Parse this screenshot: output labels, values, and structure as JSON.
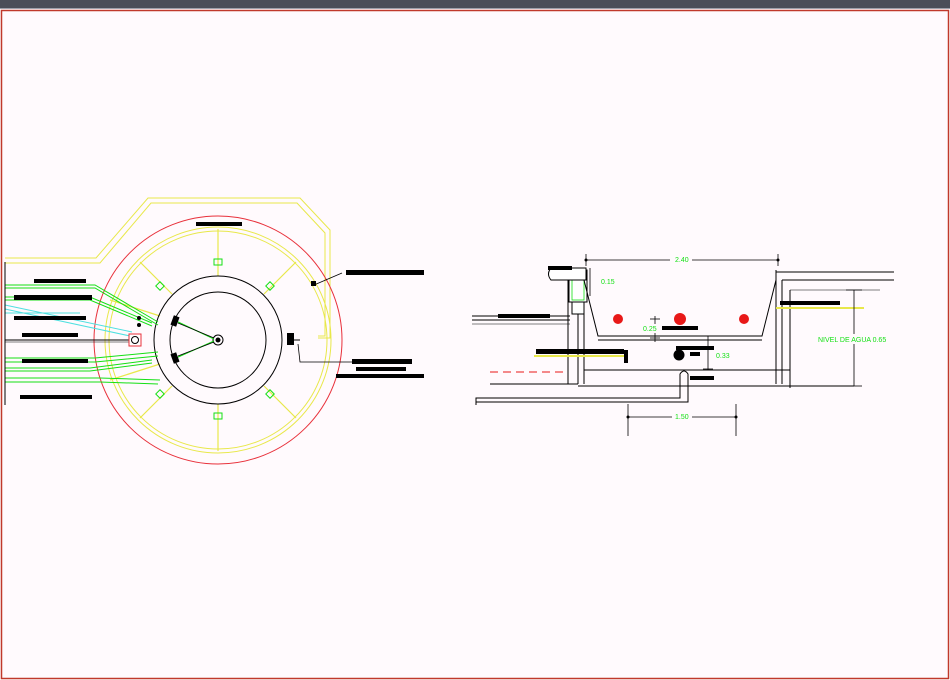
{
  "drawing": {
    "section_dimensions": {
      "overall_width": "2.40",
      "top_offset": "0.15",
      "mid_spacing": "0.25",
      "lower_height": "0.33",
      "base_width": "1.50"
    },
    "water_level_label": "NIVEL DE AGUA 0.65"
  },
  "colors": {
    "background": "#fffafd",
    "outline": "#000000",
    "outer_circle": "#e8303a",
    "wall": "#e8e84a",
    "pipe": "#14e014",
    "water_pipe": "#4fe0e0",
    "nozzle": "#e81818",
    "dimension_text": "#14e014",
    "window_bar": "#4a4e58",
    "frame": "#c0392b"
  }
}
